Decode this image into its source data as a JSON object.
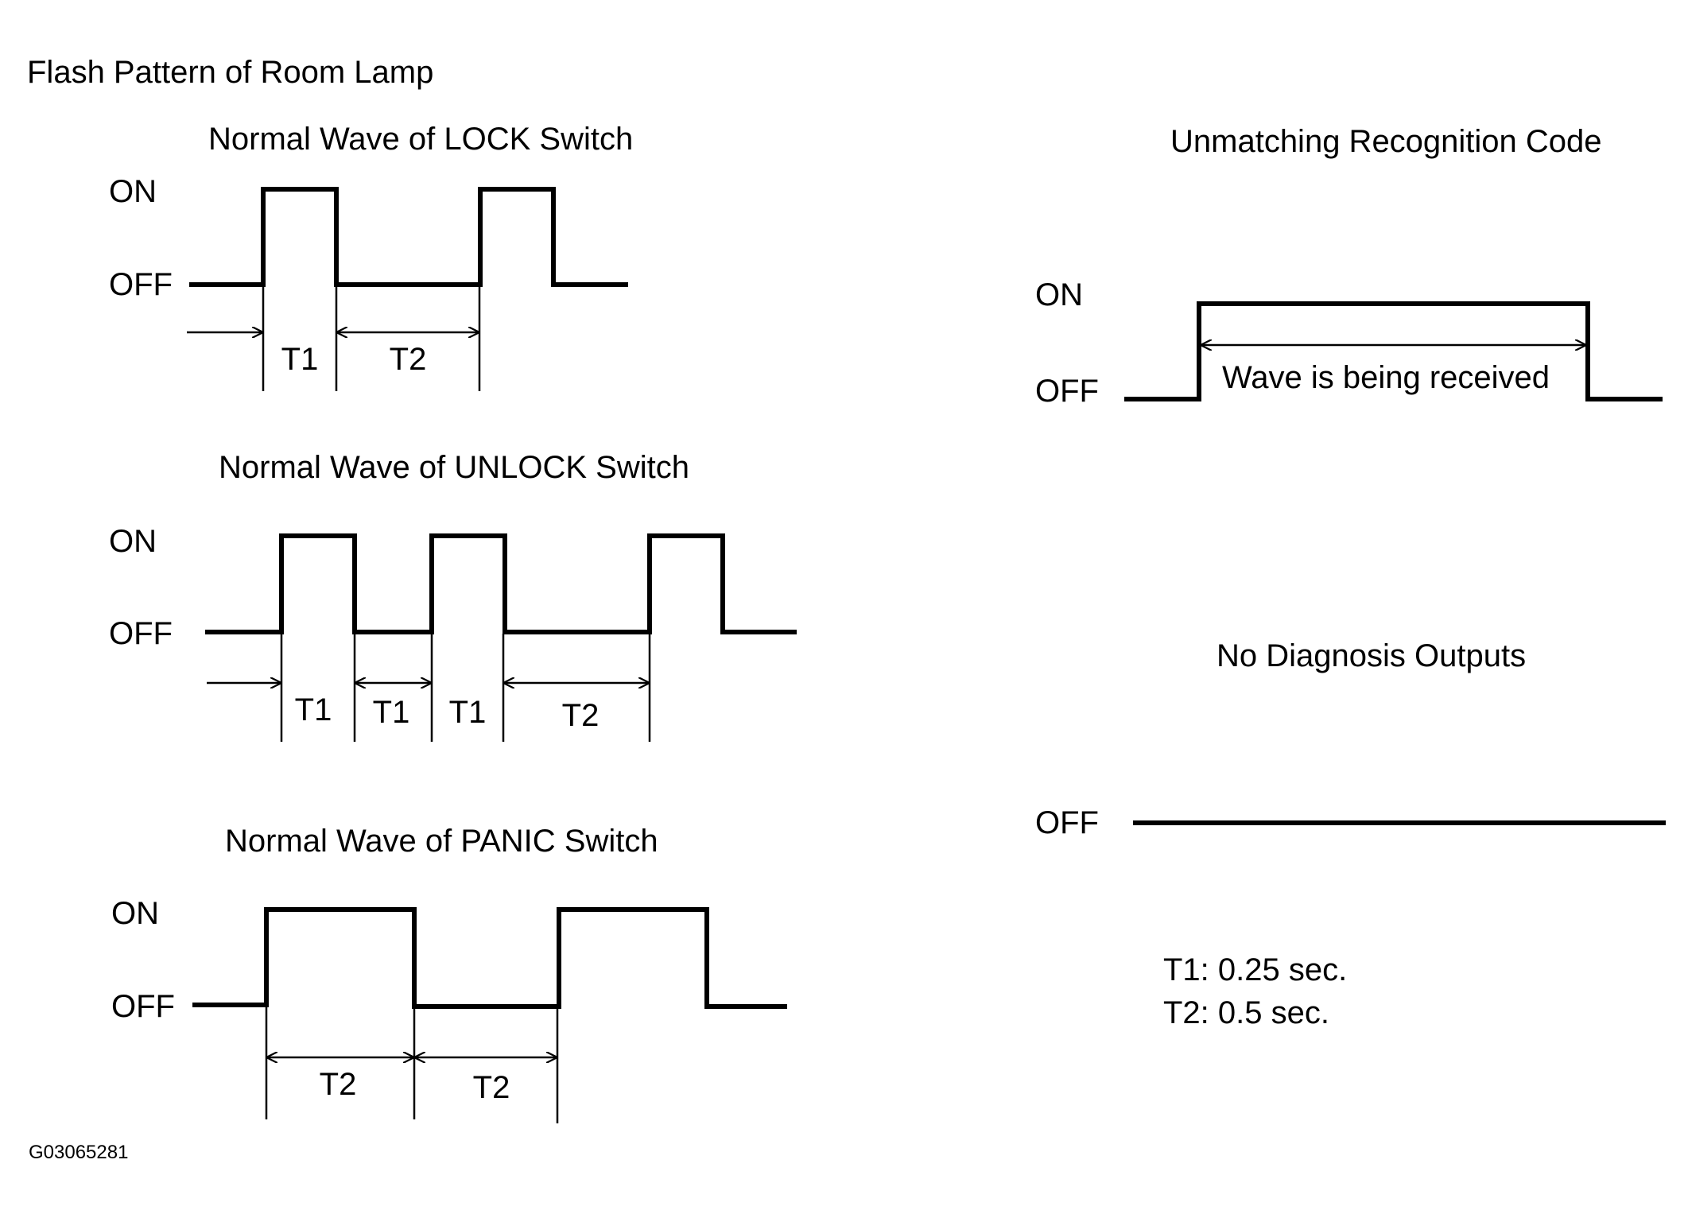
{
  "page_title": "Flash Pattern of Room Lamp",
  "figure_id": "G03065281",
  "levels": {
    "on": "ON",
    "off": "OFF"
  },
  "panels": {
    "lock": {
      "title": "Normal Wave of LOCK Switch",
      "pulses": [
        "T1",
        "T2"
      ]
    },
    "unlock": {
      "title": "Normal Wave of UNLOCK Switch",
      "pulses": [
        "T1",
        "T1",
        "T1",
        "T2"
      ]
    },
    "panic": {
      "title": "Normal Wave of PANIC Switch",
      "pulses": [
        "T2",
        "T2"
      ]
    },
    "unmatching": {
      "title": "Unmatching Recognition Code",
      "span_label": "Wave is being received"
    },
    "no_diag": {
      "title": "No Diagnosis Outputs"
    }
  },
  "legend": {
    "t1": "T1: 0.25 sec.",
    "t2": "T2: 0.5 sec."
  }
}
